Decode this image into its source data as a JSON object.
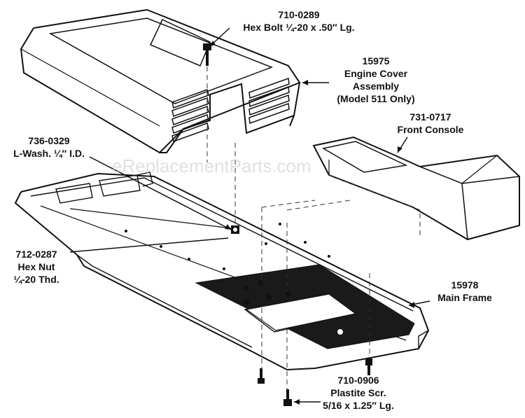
{
  "watermark": "eReplacementParts.com",
  "parts": [
    {
      "id": "hex-bolt",
      "number": "710-0289",
      "desc": [
        "Hex Bolt ¼-20 x .50″ Lg."
      ]
    },
    {
      "id": "engine-cover",
      "number": "15975",
      "desc": [
        "Engine Cover",
        "Assembly",
        "(Model 511 Only)"
      ]
    },
    {
      "id": "front-console",
      "number": "731-0717",
      "desc": [
        "Front Console"
      ]
    },
    {
      "id": "lock-washer",
      "number": "736-0329",
      "desc": [
        "L-Wash. ¼″ I.D."
      ]
    },
    {
      "id": "hex-nut",
      "number": "712-0287",
      "desc": [
        "Hex Nut",
        "¼-20 Thd."
      ]
    },
    {
      "id": "main-frame",
      "number": "15978",
      "desc": [
        "Main Frame"
      ]
    },
    {
      "id": "plastite-screw",
      "number": "710-0906",
      "desc": [
        "Plastite Scr.",
        "5/16 x 1.25″ Lg."
      ]
    }
  ],
  "colors": {
    "ink": "#111111",
    "paper": "#ffffff",
    "mat": "#1a1a1a",
    "watermark": "#c8c8c8"
  }
}
